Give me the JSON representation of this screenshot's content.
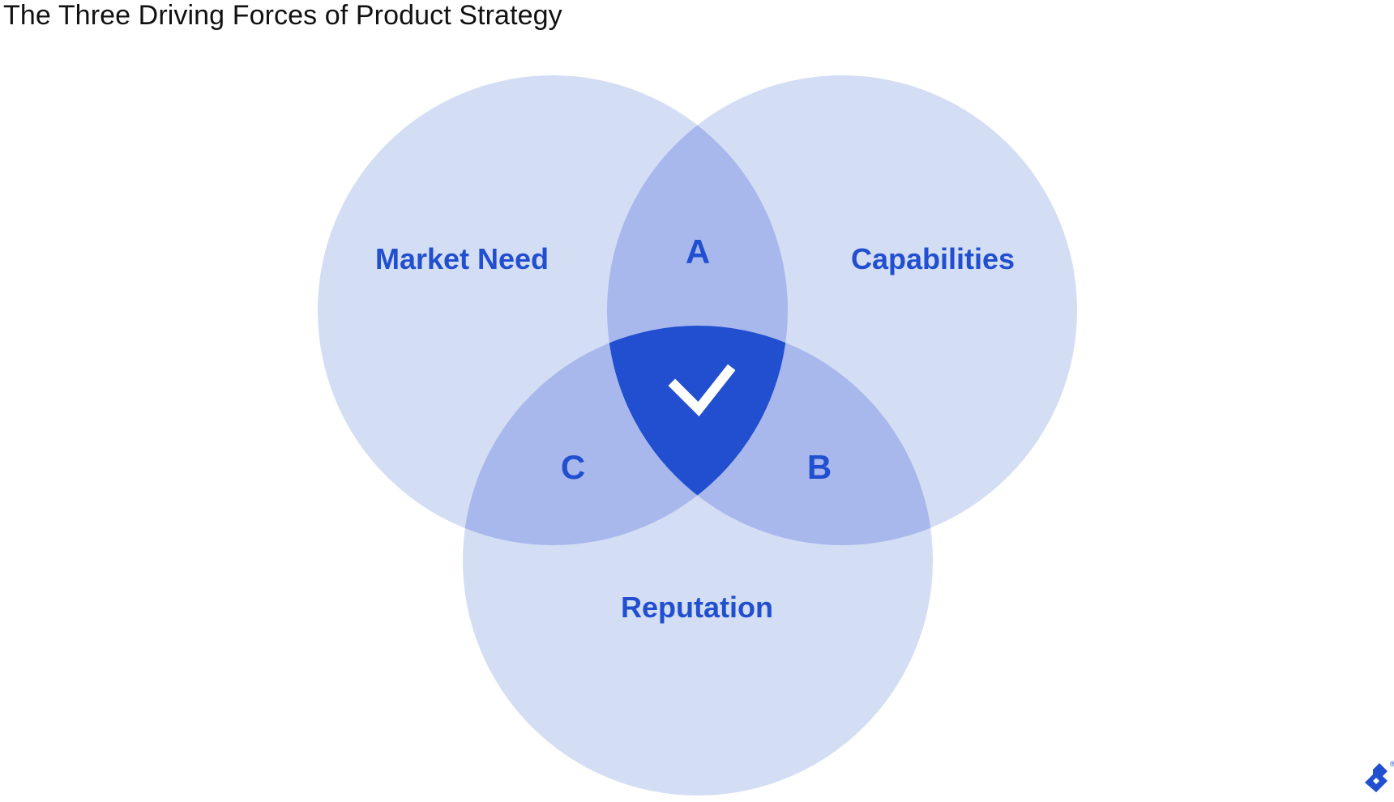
{
  "title": "The Three Driving Forces of Product Strategy",
  "colors": {
    "circle_fill": "#d3ddf4",
    "pair_overlap_fill": "#a8b8ec",
    "center_fill": "#214fcf",
    "label_color": "#214fcf",
    "check_color": "#ffffff",
    "title_color": "#111111"
  },
  "circles": [
    {
      "id": "market-need",
      "label": "Market Need"
    },
    {
      "id": "capabilities",
      "label": "Capabilities"
    },
    {
      "id": "reputation",
      "label": "Reputation"
    }
  ],
  "overlaps": [
    {
      "id": "a",
      "label": "A",
      "between": [
        "Market Need",
        "Capabilities"
      ]
    },
    {
      "id": "b",
      "label": "B",
      "between": [
        "Capabilities",
        "Reputation"
      ]
    },
    {
      "id": "c",
      "label": "C",
      "between": [
        "Market Need",
        "Reputation"
      ]
    }
  ],
  "center": {
    "icon": "checkmark-icon"
  },
  "logo": {
    "icon": "toptal-logo-icon",
    "mark": "®"
  }
}
